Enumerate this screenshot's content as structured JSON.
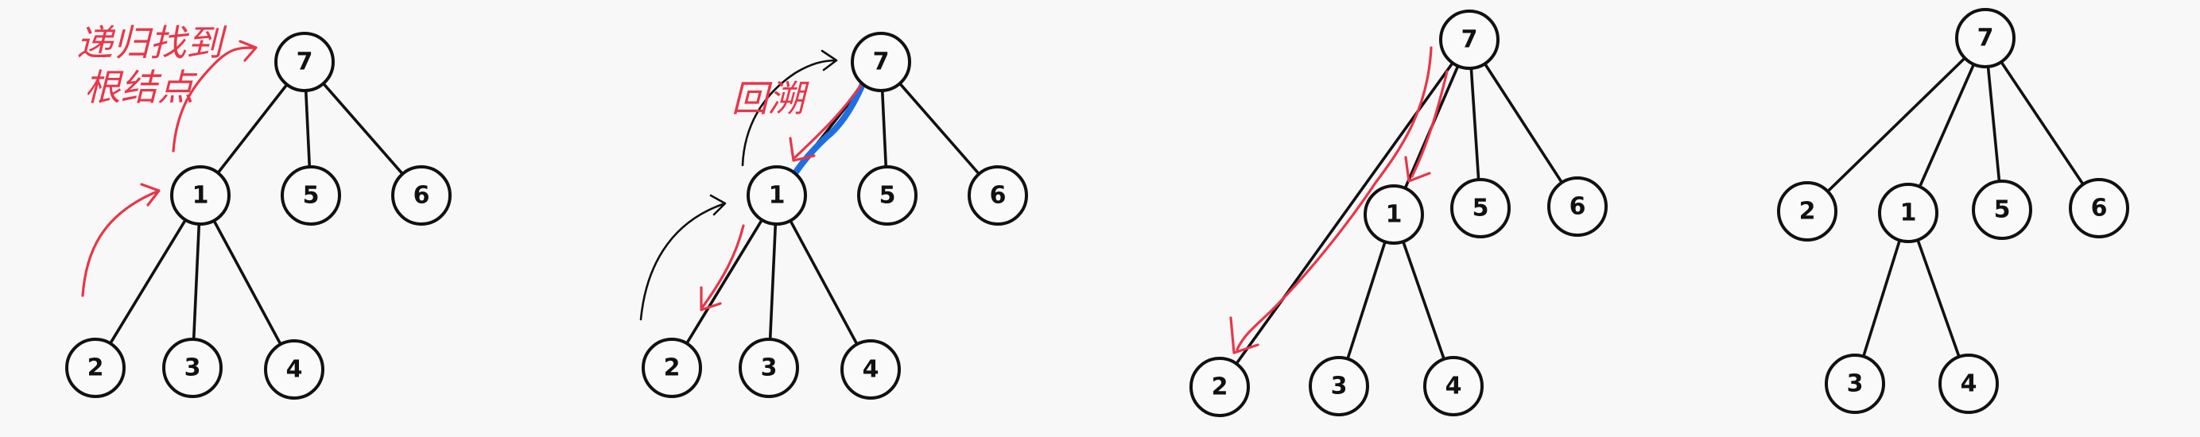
{
  "colors": {
    "background": "#f8f8f8",
    "ink": "#111111",
    "annotation": "#e8364a",
    "highlight": "#1f6fe0"
  },
  "annotations": {
    "find_root": [
      "递归找到",
      "根结点"
    ],
    "backtrack": "回溯"
  },
  "panels": [
    {
      "id": "p1",
      "root": "7",
      "children": [
        {
          "label": "1",
          "children": [
            "2",
            "3",
            "4"
          ]
        },
        {
          "label": "5"
        },
        {
          "label": "6"
        }
      ]
    },
    {
      "id": "p2",
      "root": "7",
      "children": [
        {
          "label": "1",
          "children": [
            "2",
            "3",
            "4"
          ]
        },
        {
          "label": "5"
        },
        {
          "label": "6"
        }
      ]
    },
    {
      "id": "p3",
      "root": "7",
      "children": [
        {
          "label": "2"
        },
        {
          "label": "1",
          "children": [
            "3",
            "4"
          ]
        },
        {
          "label": "5"
        },
        {
          "label": "6"
        }
      ]
    },
    {
      "id": "p4",
      "root": "7",
      "children": [
        {
          "label": "2"
        },
        {
          "label": "1",
          "children": [
            "3",
            "4"
          ]
        },
        {
          "label": "5"
        },
        {
          "label": "6"
        }
      ]
    }
  ]
}
